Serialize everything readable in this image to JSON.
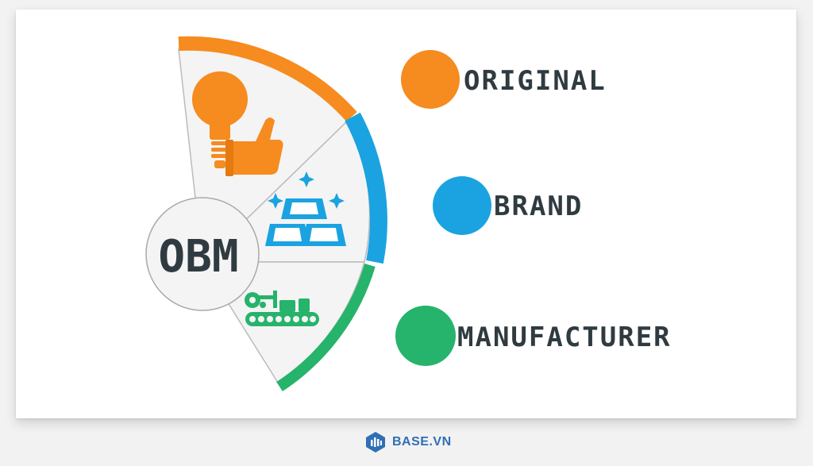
{
  "diagram": {
    "center_label": "OBM",
    "terms": [
      {
        "word": "ORIGINAL",
        "color": "#f68b1f"
      },
      {
        "word": "BRAND",
        "color": "#1aa3e0"
      },
      {
        "word": "MANUFACTURER",
        "color": "#26b36b"
      }
    ],
    "icons": [
      "lightbulb-thumbs-up-icon",
      "gold-bars-icon",
      "factory-conveyor-icon"
    ]
  },
  "footer": {
    "logo_text": "BASE.VN",
    "logo_color": "#2f6fb4"
  }
}
